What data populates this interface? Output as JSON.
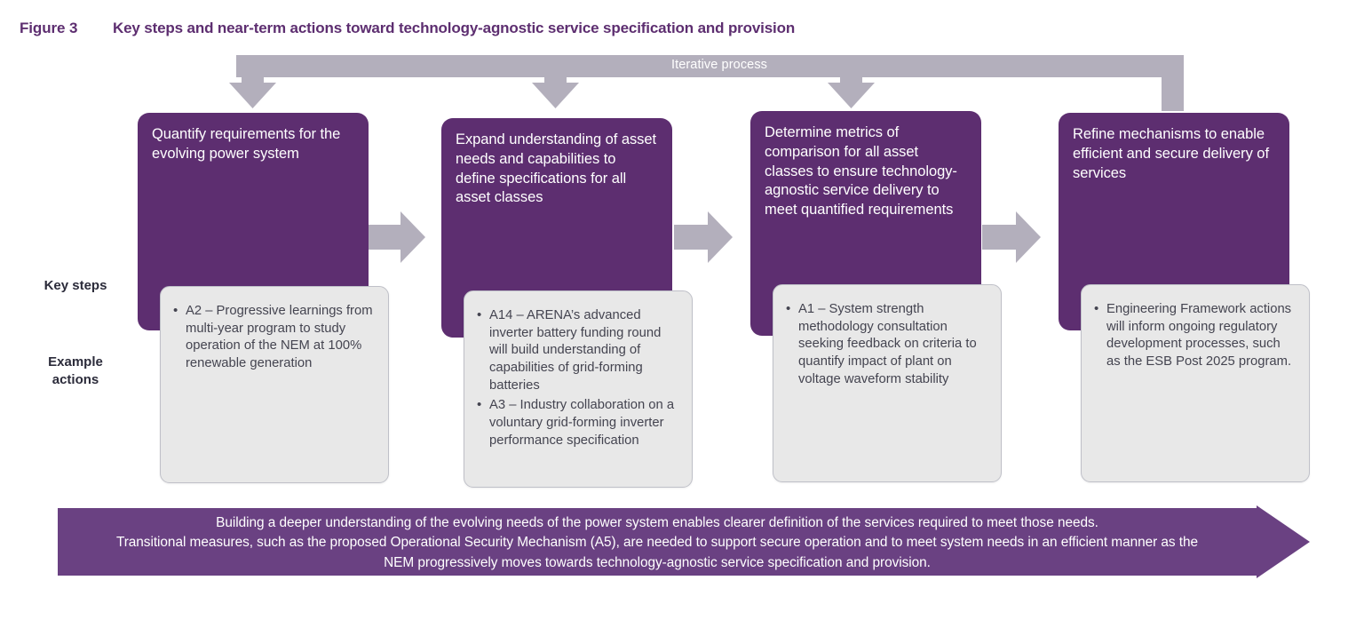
{
  "figure": {
    "label": "Figure 3",
    "title": "Key steps and near-term actions toward technology-agnostic service specification and provision"
  },
  "colors": {
    "primary_purple": "#5D2E70",
    "banner_purple": "#6A4182",
    "arrow_gray": "#B3AFBC",
    "action_box_gray": "#E8E8E8",
    "action_box_border": "#BFC0C8",
    "title_purple": "#5D2E70"
  },
  "iterative_bar": {
    "label": "Iterative process"
  },
  "row_labels": {
    "key_steps": "Key steps",
    "example_actions_line1": "Example",
    "example_actions_line2": "actions"
  },
  "columns": [
    {
      "step": "Quantify requirements for the evolving power system",
      "actions": [
        "A2 – Progressive learnings from multi-year program to study operation of the NEM at 100% renewable generation"
      ]
    },
    {
      "step": "Expand understanding of asset needs and capabilities to define specifications for all asset classes",
      "actions": [
        "A14 – ARENA’s advanced inverter battery funding round will build understanding of capabilities of grid-forming batteries",
        "A3 – Industry collaboration on a voluntary grid-forming inverter performance specification"
      ]
    },
    {
      "step": "Determine metrics of comparison for all asset classes to ensure technology-agnostic service delivery to meet quantified requirements",
      "actions": [
        "A1 – System strength methodology consultation seeking feedback on criteria to quantify impact of plant on voltage waveform stability"
      ]
    },
    {
      "step": "Refine mechanisms to enable efficient and secure delivery of services",
      "actions": [
        "Engineering Framework actions will inform ongoing regulatory development processes, such as the ESB Post 2025 program."
      ]
    }
  ],
  "summary_banner": {
    "line1": "Building a deeper understanding of the evolving needs of the power system enables clearer definition of the services required to meet those needs.",
    "line2": "Transitional measures, such as the proposed Operational Security Mechanism (A5), are needed to support secure operation and to meet system needs in an efficient manner as the",
    "line3": "NEM progressively moves towards technology-agnostic service specification and provision."
  }
}
